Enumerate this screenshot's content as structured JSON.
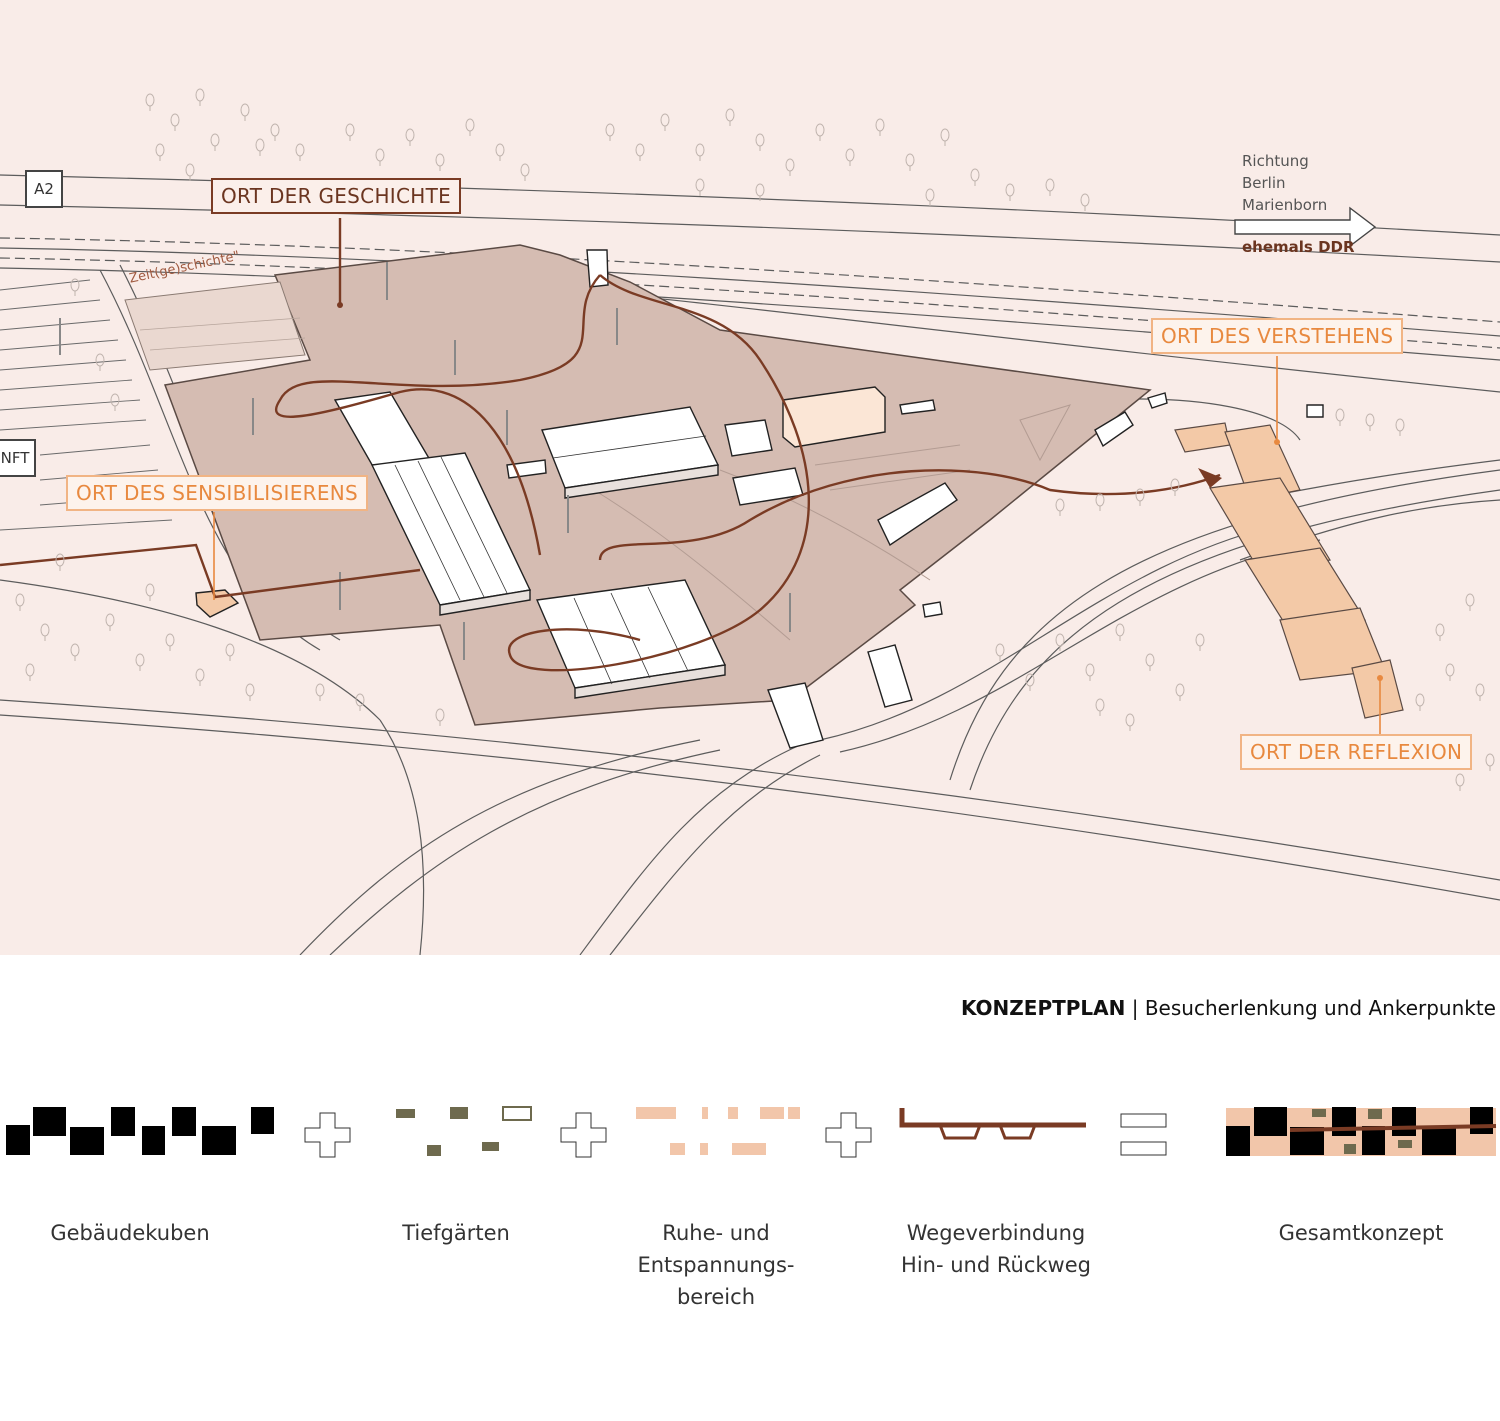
{
  "labels": {
    "ort_geschichte": "ORT DER GESCHICHTE",
    "ort_verstehen": "ORT DES VERSTEHENS",
    "ort_sensibilisieren": "ORT DES SENSIBILISIERENS",
    "ort_reflexion": "ORT DER REFLEXION",
    "a2": "A2",
    "nft": "NFT",
    "richtung_1": "Richtung",
    "richtung_2": "Berlin",
    "richtung_3": "Marienborn",
    "ehemals": "ehemals DDR",
    "zeit": "Zeit(ge)schichte\""
  },
  "caption": {
    "bold": "KONZEPTPLAN",
    "rest": " | Besucherlenkung und Ankerpunkte"
  },
  "legend": {
    "gebaeude": "Gebäudekuben",
    "tiefgaerten": "Tiefgärten",
    "ruhe_1": "Ruhe- und",
    "ruhe_2": "Entspannungs-",
    "ruhe_3": "bereich",
    "wege_1": "Wegeverbindung",
    "wege_2": "Hin- und Rückweg",
    "gesamt": "Gesamtkonzept"
  },
  "colors": {
    "background": "#f9ece8",
    "site": "#d5bcb2",
    "path": "#7a3b24",
    "highlight": "#f3c9a7",
    "tiefgarten": "#6e6a4e",
    "ruhe": "#f2c6aa"
  }
}
